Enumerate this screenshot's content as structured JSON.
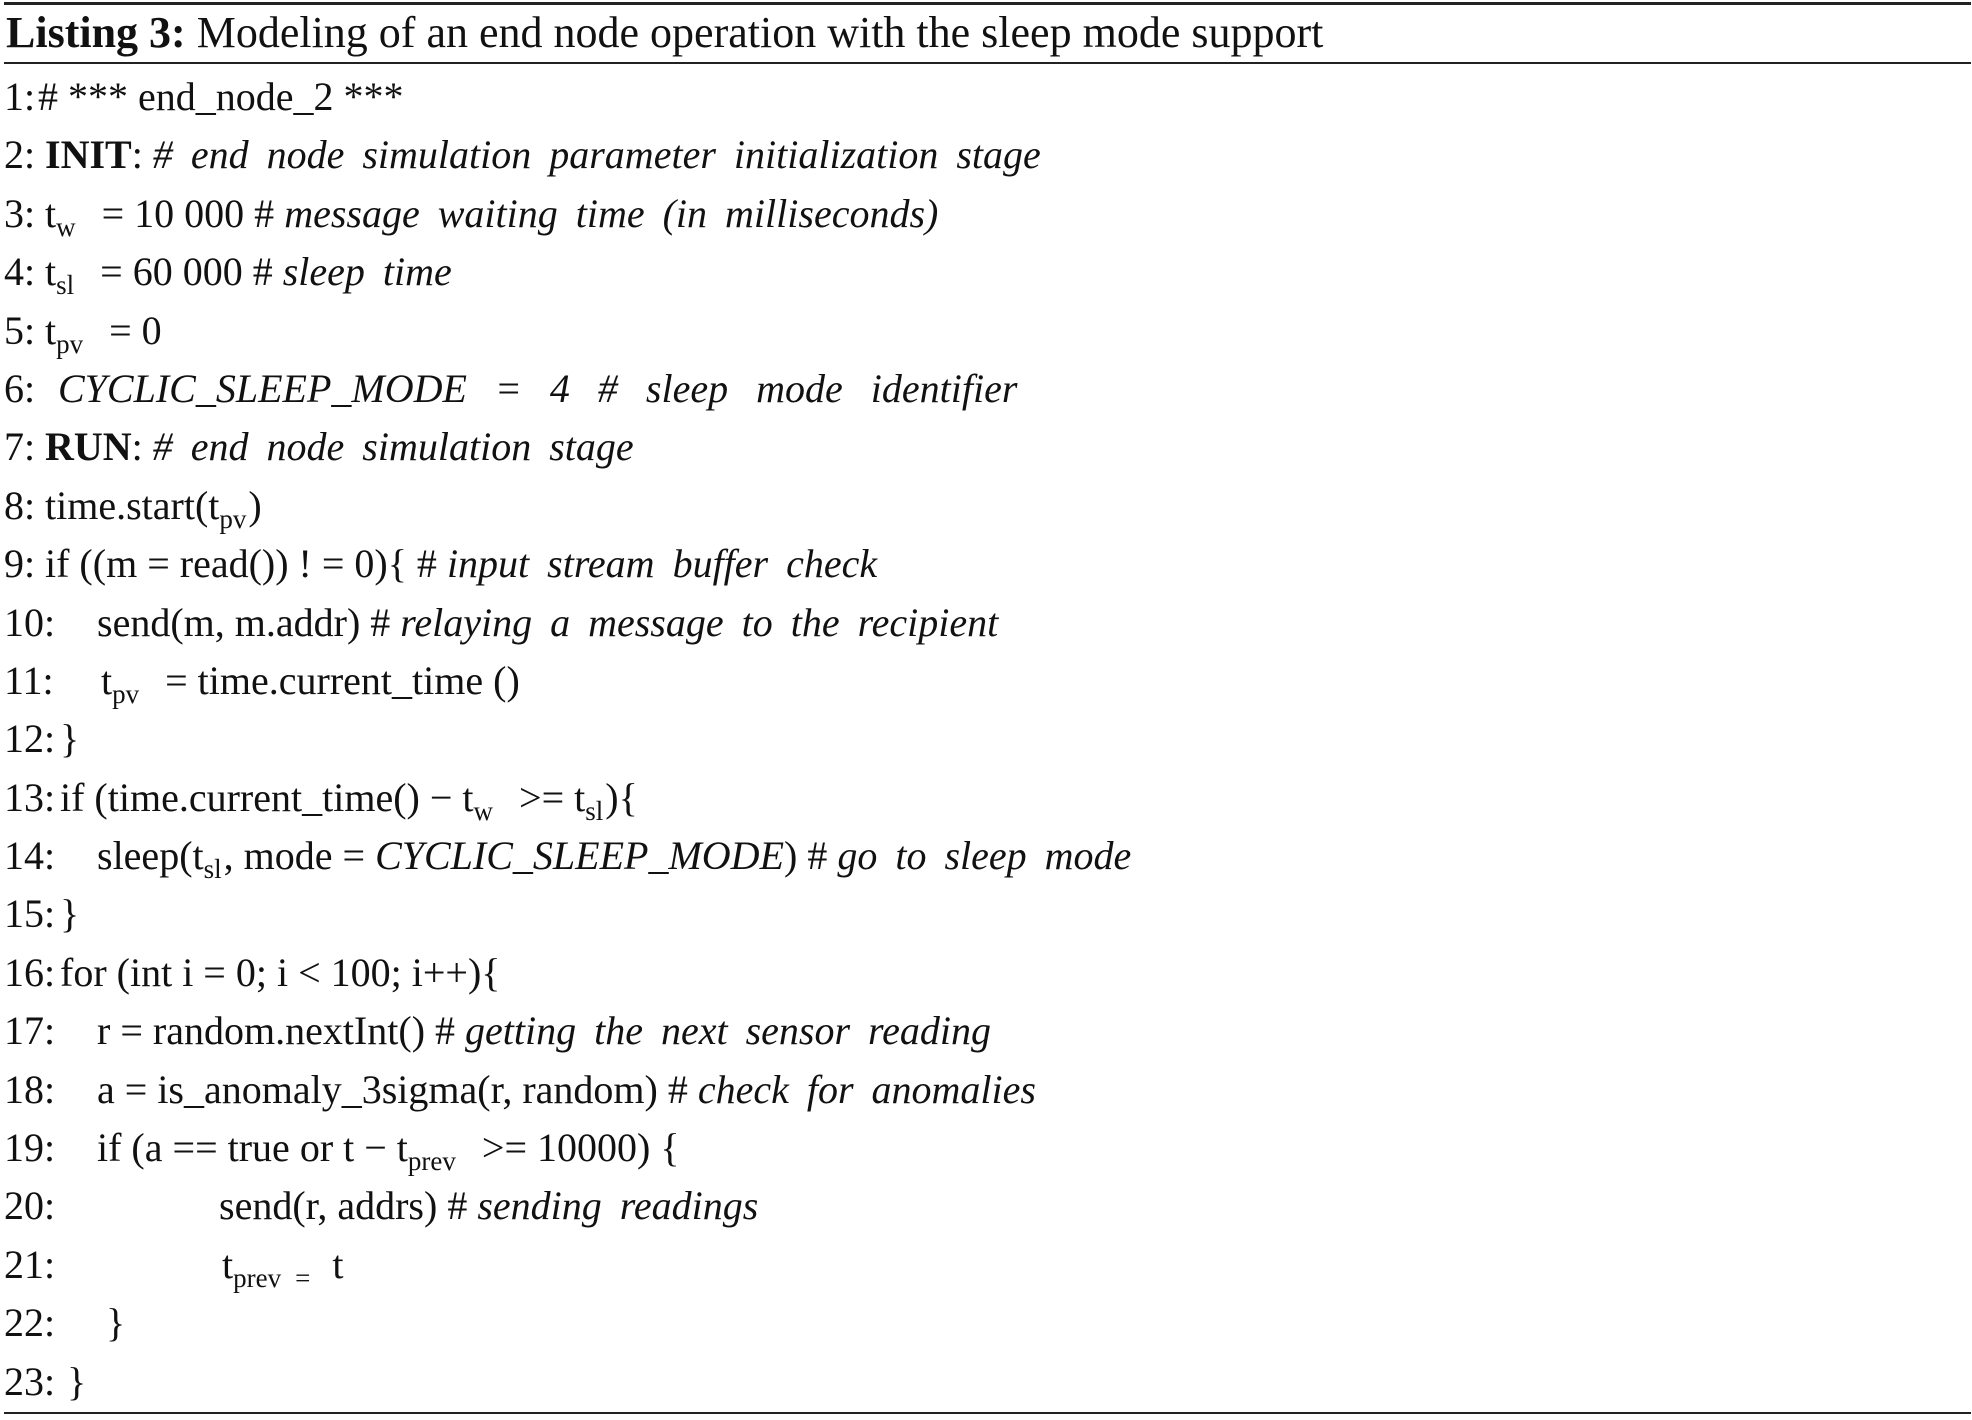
{
  "caption": {
    "label": "Listing 3:",
    "text": "Modeling of an end node operation with the sleep mode support"
  },
  "lines": [
    {
      "num": "1:",
      "parts": {
        "a": "# *** end_node_2 ***"
      }
    },
    {
      "num": "2:",
      "parts": {
        "kw": "INIT",
        "a": ":",
        "cm": "# end node simulation parameter initialization stage"
      }
    },
    {
      "num": "3:",
      "parts": {
        "v": "t",
        "sub": "w",
        "a": "= 10 000 #",
        "cm": "message waiting time (in milliseconds)"
      }
    },
    {
      "num": "4:",
      "parts": {
        "v": "t",
        "sub": "sl",
        "a": "= 60 000 #",
        "cm": "sleep time"
      }
    },
    {
      "num": "5:",
      "parts": {
        "v": "t",
        "sub": "pv",
        "a": "= 0"
      }
    },
    {
      "num": "6:",
      "parts": {
        "cm": "CYCLIC_SLEEP_MODE = 4 # sleep mode identifier"
      }
    },
    {
      "num": "7:",
      "parts": {
        "kw": "RUN",
        "a": ":",
        "cm": "# end node simulation stage"
      }
    },
    {
      "num": "8:",
      "parts": {
        "a": "time.start(t",
        "sub": "pv",
        "b": ")"
      }
    },
    {
      "num": "9:",
      "parts": {
        "a": "if ((m = read()) ! = 0){ #",
        "cm": "input stream buffer check"
      }
    },
    {
      "num": "10:",
      "parts": {
        "a": "send(m, m.addr) #",
        "cm": "relaying a message to the recipient"
      }
    },
    {
      "num": "11:",
      "parts": {
        "v": "t",
        "sub": "pv",
        "a": "= time.current_time ()"
      }
    },
    {
      "num": "12:",
      "parts": {
        "a": "}"
      }
    },
    {
      "num": "13:",
      "parts": {
        "a": "if (time.current_time() − t",
        "sub": "w",
        "b": ">= t",
        "sub2": "sl",
        "c": "){"
      }
    },
    {
      "num": "14:",
      "parts": {
        "a": "sleep(t",
        "sub": "sl",
        "b": ", mode =",
        "it": "CYCLIC_SLEEP_MODE",
        "c": ") #",
        "cm": "go to sleep mode"
      }
    },
    {
      "num": "15:",
      "parts": {
        "a": "}"
      }
    },
    {
      "num": "16:",
      "parts": {
        "a": "for (int i = 0; i < 100; i++){"
      }
    },
    {
      "num": "17:",
      "parts": {
        "a": "r = random.nextInt() #",
        "cm": "getting the next sensor reading"
      }
    },
    {
      "num": "18:",
      "parts": {
        "a": "a = is_anomaly_3sigma(r, random) #",
        "cm": "check for anomalies"
      }
    },
    {
      "num": "19:",
      "parts": {
        "a": "if (a == true or t − t",
        "sub": "prev",
        "b": ">= 10000) {"
      }
    },
    {
      "num": "20:",
      "parts": {
        "a": "send(r, addrs) #",
        "cm": "sending readings"
      }
    },
    {
      "num": "21:",
      "parts": {
        "v": "t",
        "sub": "prev",
        "small": "=",
        "b": "t"
      }
    },
    {
      "num": "22:",
      "parts": {
        "a": "}"
      }
    },
    {
      "num": "23:",
      "parts": {
        "a": "}"
      }
    }
  ]
}
